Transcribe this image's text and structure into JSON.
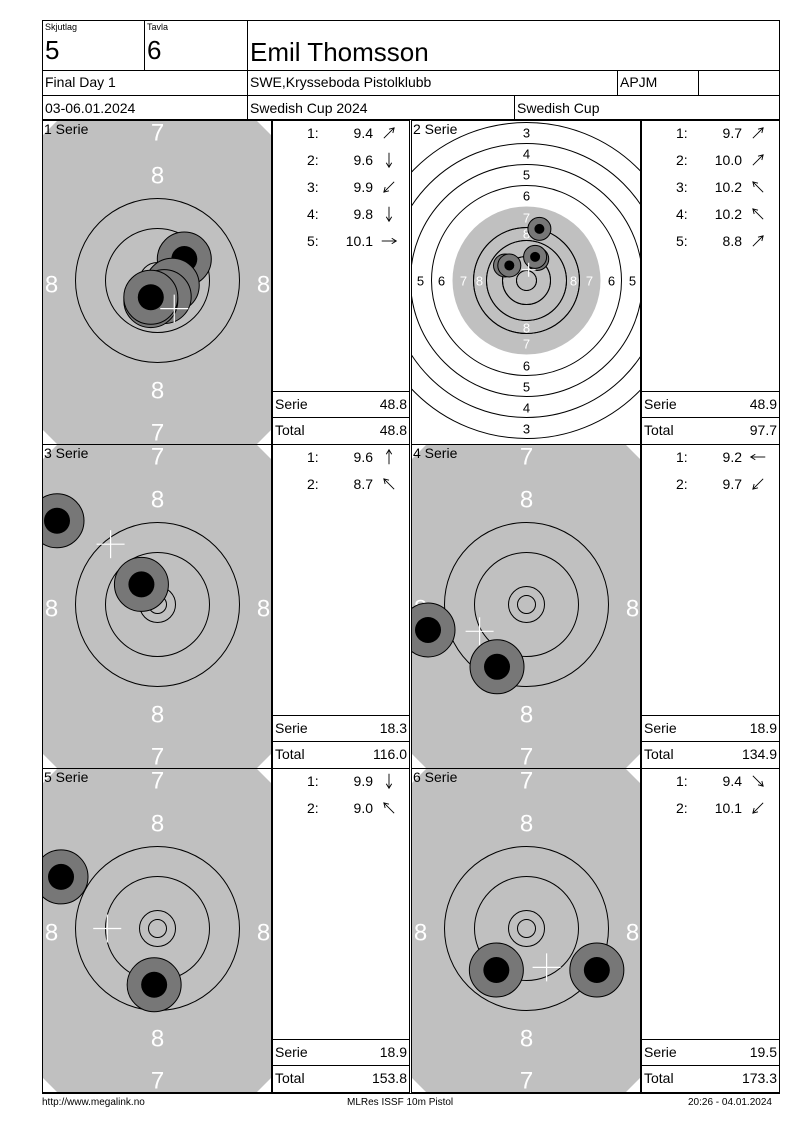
{
  "header": {
    "skjutlag_label": "Skjutlag",
    "skjutlag_value": "5",
    "tavla_label": "Tavla",
    "tavla_value": "6",
    "shooter_name": "Emil Thomsson",
    "event": "Final Day 1",
    "club": "SWE,Krysseboda Pistolklubb",
    "class": "APJM",
    "class_extra": "",
    "dates": "03-06.01.2024",
    "competition": "Swedish Cup 2024",
    "cup": "Swedish Cup"
  },
  "colors": {
    "ring_fill": "#c0c0c0",
    "shot_outer": "#777777",
    "shot_inner": "#000000",
    "line": "#000000"
  },
  "series_word": "Serie",
  "total_word": "Total",
  "series": [
    {
      "label": "1 Serie",
      "target": "zoom",
      "shots": [
        {
          "n": "1:",
          "v": "9.4",
          "dir": "ne",
          "dx": 4.0,
          "dy": 3.2
        },
        {
          "n": "2:",
          "v": "9.6",
          "dir": "s",
          "dx": 2.2,
          "dy": -0.7
        },
        {
          "n": "3:",
          "v": "9.9",
          "dir": "sw",
          "dx": 1.0,
          "dy": -2.4
        },
        {
          "n": "4:",
          "v": "9.8",
          "dir": "s",
          "dx": -1.0,
          "dy": -3.0
        },
        {
          "n": "5:",
          "v": "10.1",
          "dir": "e",
          "dx": -1.0,
          "dy": -2.5
        }
      ],
      "serie_total": "48.8",
      "running_total": "48.8"
    },
    {
      "label": "2 Serie",
      "target": "full",
      "shots": [
        {
          "n": "1:",
          "v": "9.7",
          "dir": "ne",
          "dx": 3.0,
          "dy": 12.0
        },
        {
          "n": "2:",
          "v": "10.0",
          "dir": "ne",
          "dx": 2.5,
          "dy": 5.0
        },
        {
          "n": "3:",
          "v": "10.2",
          "dir": "nw",
          "dx": -5.0,
          "dy": 3.5
        },
        {
          "n": "4:",
          "v": "10.2",
          "dir": "nw",
          "dx": -4.0,
          "dy": 3.5
        },
        {
          "n": "5:",
          "v": "8.8",
          "dir": "ne",
          "dx": 2.0,
          "dy": 5.5
        }
      ],
      "serie_total": "48.9",
      "running_total": "97.7"
    },
    {
      "label": "3 Serie",
      "target": "zoom",
      "shots": [
        {
          "n": "1:",
          "v": "9.6",
          "dir": "n",
          "dx": -2.4,
          "dy": 3.0
        },
        {
          "n": "2:",
          "v": "8.7",
          "dir": "nw",
          "dx": -15.0,
          "dy": 12.5
        }
      ],
      "serie_total": "18.3",
      "running_total": "116.0"
    },
    {
      "label": "4 Serie",
      "target": "zoom",
      "shots": [
        {
          "n": "1:",
          "v": "9.2",
          "dir": "w",
          "dx": -14.7,
          "dy": -3.8
        },
        {
          "n": "2:",
          "v": "9.7",
          "dir": "sw",
          "dx": -4.4,
          "dy": -9.3
        }
      ],
      "serie_total": "18.9",
      "running_total": "134.9"
    },
    {
      "label": "5 Serie",
      "target": "zoom",
      "shots": [
        {
          "n": "1:",
          "v": "9.9",
          "dir": "s",
          "dx": -0.5,
          "dy": -8.4
        },
        {
          "n": "2:",
          "v": "9.0",
          "dir": "nw",
          "dx": -14.4,
          "dy": 7.7
        }
      ],
      "serie_total": "18.9",
      "running_total": "153.8"
    },
    {
      "label": "6 Serie",
      "target": "zoom",
      "shots": [
        {
          "n": "1:",
          "v": "9.4",
          "dir": "se",
          "dx": 10.5,
          "dy": -6.2
        },
        {
          "n": "2:",
          "v": "10.1",
          "dir": "sw",
          "dx": -4.5,
          "dy": -6.2
        }
      ],
      "serie_total": "19.5",
      "running_total": "173.3"
    }
  ],
  "center_marks": [
    {
      "dx": 2.5,
      "dy": -4.2
    },
    {
      "dx": 0.5,
      "dy": 2.5
    },
    {
      "dx": -7.0,
      "dy": 9.0
    },
    {
      "dx": -7.0,
      "dy": -4.0
    },
    {
      "dx": -7.5,
      "dy": 0.0
    },
    {
      "dx": 3.0,
      "dy": -5.8
    }
  ],
  "ring_numbers_zoom": [
    "8",
    "8",
    "8",
    "8",
    "7",
    "7"
  ],
  "ring_numbers_full": [
    "3",
    "4",
    "5",
    "6",
    "7",
    "8"
  ],
  "footer": {
    "url": "http://www.megalink.no",
    "software": "MLRes ISSF 10m Pistol",
    "timestamp": "20:26 - 04.01.2024"
  }
}
